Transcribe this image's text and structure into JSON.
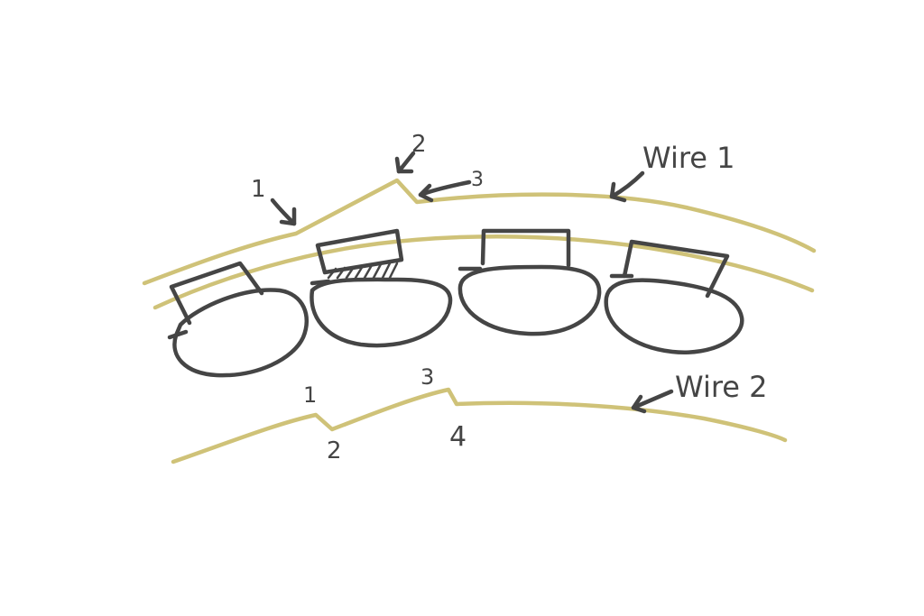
{
  "colors": {
    "wire": "#cfc278",
    "ink": "#454545",
    "background": "#ffffff"
  },
  "labels": {
    "wire1_label": "Wire 1",
    "wire2_label": "Wire 2",
    "wire1_point_1": "1",
    "wire1_point_2": "2",
    "wire1_point_3": "3",
    "wire2_point_1": "1",
    "wire2_point_2": "2",
    "wire2_point_3": "3",
    "wire2_point_4": "4"
  }
}
